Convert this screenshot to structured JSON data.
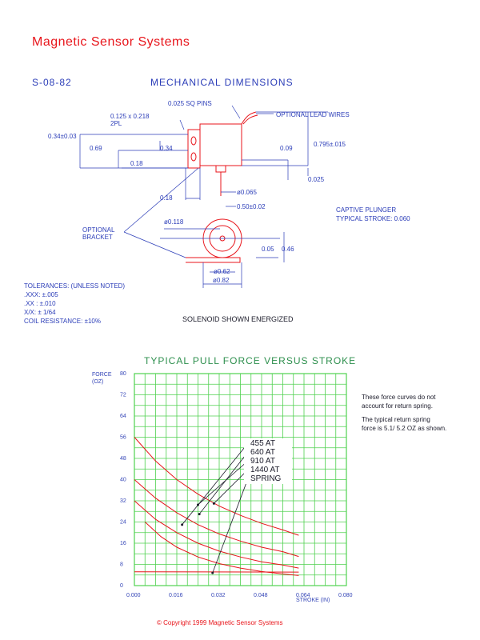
{
  "header": {
    "brand": "Magnetic Sensor Systems",
    "part_number": "S-08-82",
    "section_title": "MECHANICAL DIMENSIONS"
  },
  "drawing": {
    "labels": {
      "sq_pins": "0.025 SQ PINS",
      "lead_wires": "OPTIONAL LEAD WIRES",
      "slot": "0.125 x 0.218",
      "slot_2pl": "2PL",
      "dim_034_003": "0.34±0.03",
      "dim_069": "0.69",
      "dim_034": "0.34",
      "dim_009": "0.09",
      "dim_0795": "0.795±.015",
      "dim_018_top": "0.18",
      "dim_0025": "0.025",
      "dim_018_bottom": "0.18",
      "dim_phi0065": "ø0.065",
      "dim_050": "0.50±0.02",
      "dim_phi0118": "ø0.118",
      "optional_bracket_1": "OPTIONAL",
      "optional_bracket_2": "BRACKET",
      "dim_005": "0.05",
      "dim_046": "0.46",
      "dim_phi062": "ø0.62",
      "dim_phi082": "ø0.82",
      "captive_plunger": "CAPTIVE PLUNGER",
      "typical_stroke": "TYPICAL STROKE: 0.060"
    },
    "tolerances": [
      "TOLERANCES: (UNLESS NOTED)",
      ".XXX: ±.005",
      ".XX : ±.010",
      "X/X: ± 1/64",
      "COIL RESISTANCE: ±10%"
    ],
    "energized_note": "SOLENOID SHOWN ENERGIZED"
  },
  "chart_data": {
    "type": "line",
    "title": "TYPICAL PULL FORCE VERSUS STROKE",
    "ylabel_1": "FORCE",
    "ylabel_2": "(OZ)",
    "xlabel": "STROKE (IN)",
    "xlim": [
      0,
      0.08
    ],
    "ylim": [
      0,
      80
    ],
    "xticks": [
      "0.000",
      "0.016",
      "0.032",
      "0.048",
      "0.064",
      "0.080"
    ],
    "yticks": [
      "0",
      "8",
      "16",
      "24",
      "32",
      "40",
      "48",
      "56",
      "64",
      "72",
      "80"
    ],
    "grid": true,
    "series": [
      {
        "name": "455 AT",
        "x": [
          0.004,
          0.01,
          0.016,
          0.024,
          0.032,
          0.04,
          0.048,
          0.056,
          0.062
        ],
        "y": [
          24,
          18.5,
          14.5,
          10.8,
          8.3,
          6.6,
          5.3,
          4.4,
          3.8
        ]
      },
      {
        "name": "640 AT",
        "x": [
          0.0,
          0.008,
          0.016,
          0.024,
          0.032,
          0.04,
          0.048,
          0.056,
          0.062
        ],
        "y": [
          32,
          25,
          20,
          16,
          13,
          10.8,
          9,
          7.8,
          6.6
        ]
      },
      {
        "name": "910 AT",
        "x": [
          0.0,
          0.008,
          0.016,
          0.024,
          0.032,
          0.04,
          0.048,
          0.056,
          0.062
        ],
        "y": [
          40,
          33,
          27.5,
          23,
          19.5,
          16.8,
          14.5,
          12.8,
          11
        ]
      },
      {
        "name": "1440 AT",
        "x": [
          0.0,
          0.008,
          0.016,
          0.024,
          0.032,
          0.04,
          0.048,
          0.056,
          0.062
        ],
        "y": [
          56,
          47,
          40,
          34.5,
          30,
          26.5,
          23.5,
          21,
          19
        ]
      },
      {
        "name": "SPRING",
        "x": [
          0.0,
          0.062
        ],
        "y": [
          5.2,
          5.1
        ]
      }
    ],
    "legend_anchor": [
      0.018,
      0.0245,
      0.024,
      0.03,
      0.0295
    ],
    "legend_anchor_y": [
      23,
      27,
      30.5,
      31,
      4.8
    ],
    "notes": [
      "These force curves do not",
      "account for return spring.",
      "The typical return spring",
      "force is 5.1/ 5.2 OZ as shown."
    ]
  },
  "colors": {
    "brand": "#e8151b",
    "blue": "#2b3db8",
    "grid": "#4fd14f",
    "chart_bg": "#ffffff",
    "curve": "#e8151b"
  },
  "footer": {
    "copyright": "©  Copyright 1999 Magnetic Sensor Systems"
  }
}
